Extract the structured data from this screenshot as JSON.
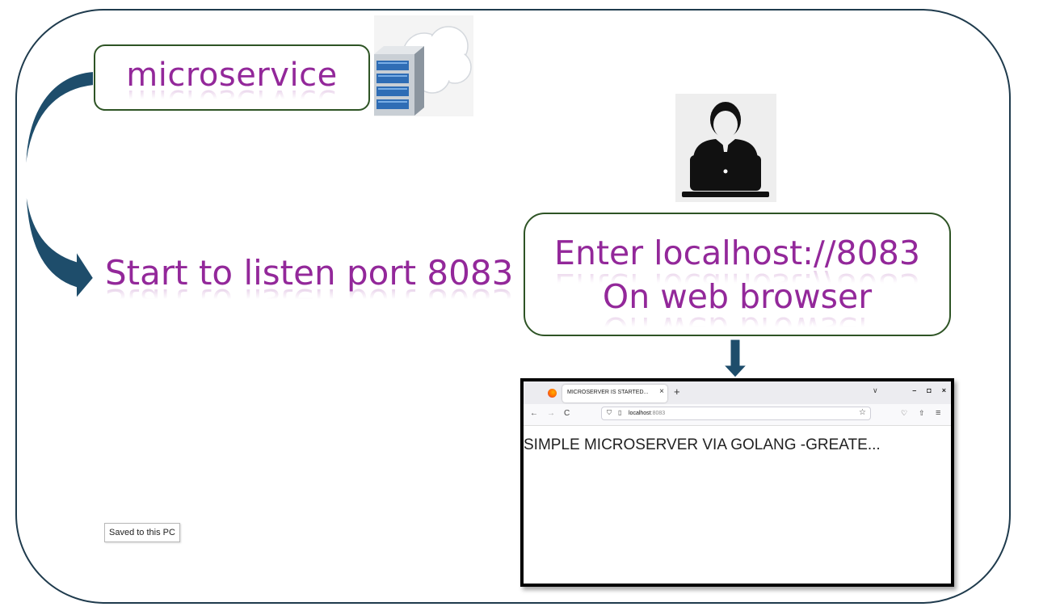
{
  "diagram": {
    "microservice_label": "microservice",
    "listen_label": "Start to listen port 8083",
    "instruction_line1": "Enter localhost://8083",
    "instruction_line2": "On web browser"
  },
  "browser": {
    "tab_title": "MICROSERVER IS STARTED...",
    "tab_close": "×",
    "new_tab": "+",
    "tab_list": "∨",
    "minimize": "–",
    "maximize": "◘",
    "close": "×",
    "back": "←",
    "forward": "→",
    "reload": "C",
    "url_host": "localhost",
    "url_port": ":8083",
    "page_text": "SIMPLE MICROSERVER VIA GOLANG -GREATE..."
  },
  "status": {
    "saved_tooltip": "Saved to this PC"
  },
  "colors": {
    "label_purple": "#93289a",
    "box_border_green": "#2e5425",
    "frame_border": "#1f3b4d",
    "arrow_fill": "#1e4d6b"
  },
  "icons": {
    "server": "server-cloud-icon",
    "user": "user-laptop-icon"
  }
}
